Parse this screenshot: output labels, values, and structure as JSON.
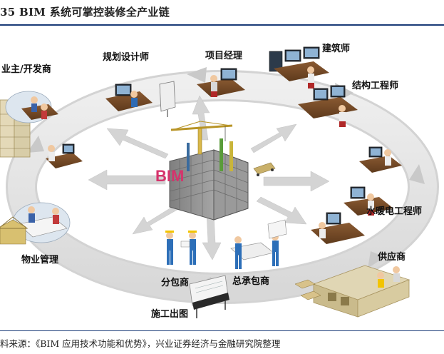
{
  "figure": {
    "title": "35  BIM 系统可掌控装修全产业链",
    "source": "料来源：《BIM 应用技术功能和优势》，兴业证券经济与金融研究院整理"
  },
  "center": {
    "label": "BIM"
  },
  "roles": {
    "owner": "业主/开发商",
    "planner": "规划设计师",
    "project_manager": "项目经理",
    "architect": "建筑师",
    "structural": "结构工程师",
    "mep": "水暖电工程师",
    "supplier": "供应商",
    "general_contractor": "总承包商",
    "subcontractor": "分包商",
    "drawings": "施工出图",
    "property": "物业管理"
  },
  "colors": {
    "ring": "#e3e3e3",
    "ring_edge": "#c9c9c9",
    "arrow": "#d2d2d2",
    "accent_pink": "#d6336c",
    "rule": "#1a3c78"
  }
}
